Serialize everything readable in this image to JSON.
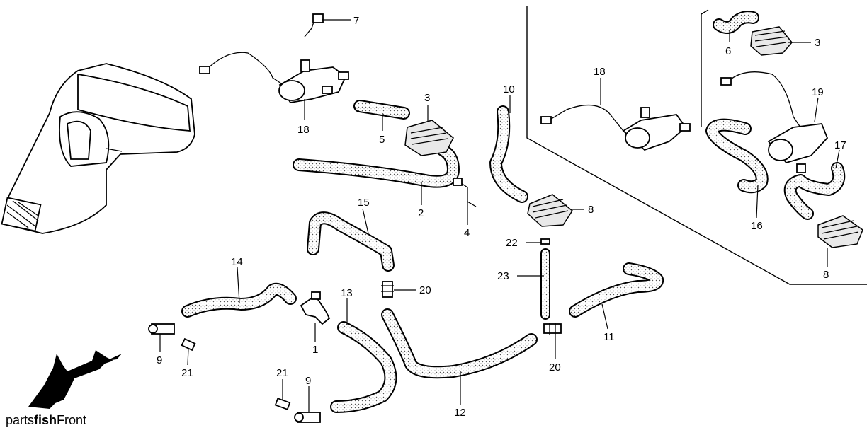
{
  "callouts": [
    {
      "id": "c7",
      "text": "7"
    },
    {
      "id": "c3a",
      "text": "3"
    },
    {
      "id": "c18a",
      "text": "18"
    },
    {
      "id": "c5",
      "text": "5"
    },
    {
      "id": "c10",
      "text": "10"
    },
    {
      "id": "c2",
      "text": "2"
    },
    {
      "id": "c4",
      "text": "4"
    },
    {
      "id": "c15",
      "text": "15"
    },
    {
      "id": "c8a",
      "text": "8"
    },
    {
      "id": "c22",
      "text": "22"
    },
    {
      "id": "c23",
      "text": "23"
    },
    {
      "id": "c14",
      "text": "14"
    },
    {
      "id": "c13",
      "text": "13"
    },
    {
      "id": "c20a",
      "text": "20"
    },
    {
      "id": "c1",
      "text": "1"
    },
    {
      "id": "c9a",
      "text": "9"
    },
    {
      "id": "c21a",
      "text": "21"
    },
    {
      "id": "c11",
      "text": "11"
    },
    {
      "id": "c20b",
      "text": "20"
    },
    {
      "id": "c12",
      "text": "12"
    },
    {
      "id": "c21b",
      "text": "21"
    },
    {
      "id": "c9b",
      "text": "9"
    },
    {
      "id": "c18b",
      "text": "18"
    },
    {
      "id": "c6",
      "text": "6"
    },
    {
      "id": "c3b",
      "text": "3"
    },
    {
      "id": "c19",
      "text": "19"
    },
    {
      "id": "c17",
      "text": "17"
    },
    {
      "id": "c16",
      "text": "16"
    },
    {
      "id": "c8b",
      "text": "8"
    }
  ],
  "brand": {
    "prefix": "parts",
    "bold": "fish",
    "suffix": "Front"
  },
  "icons": {
    "logo": "swordfish-logo-icon"
  }
}
